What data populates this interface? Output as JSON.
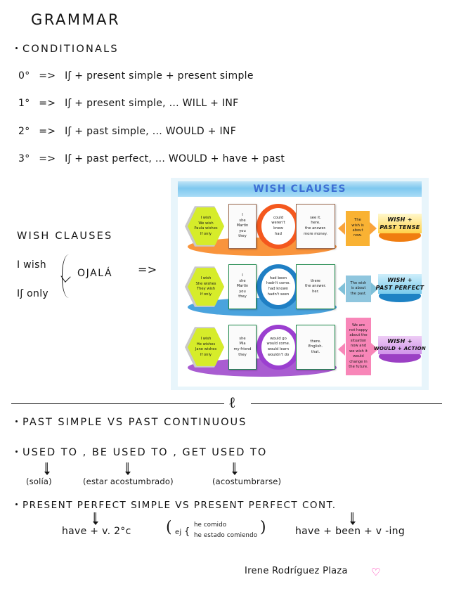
{
  "page": {
    "title": "GRAMMAR",
    "signature": "Irene Rodríguez Plaza",
    "heart_icon": "♡",
    "divider_mark": "ℓ"
  },
  "conditionals": {
    "heading": "CONDITIONALS",
    "rows": [
      {
        "num": "0°",
        "arrow": "=>",
        "formula": "Iʃ + present simple + present simple"
      },
      {
        "num": "1°",
        "arrow": "=>",
        "formula": "Iʃ + present simple, ... WILL + INF"
      },
      {
        "num": "2°",
        "arrow": "=>",
        "formula": "Iʃ + past simple, ... WOULD + INF"
      },
      {
        "num": "3°",
        "arrow": "=>",
        "formula": "Iʃ + past perfect, ... WOULD + have + past"
      }
    ]
  },
  "wish_notes": {
    "heading": "WISH CLAUSES",
    "line1": "I wish",
    "line2": "Iʃ only",
    "gloss": "OJALÁ",
    "arrow": "=>"
  },
  "wish_diagram": {
    "title": "WISH CLAUSES",
    "rows": [
      {
        "id": "past-tense",
        "subject_chip": [
          "I wish",
          "We wish",
          "Paula wishes",
          "If only"
        ],
        "subject_card": [
          "I",
          "she",
          "Martin",
          "you",
          "they"
        ],
        "verb_ring": [
          "could",
          "weren't",
          "knew",
          "had"
        ],
        "object_card": [
          "see it.",
          "here.",
          "the answer.",
          "more money."
        ],
        "callout": [
          "The",
          "wish is",
          "about",
          "now."
        ],
        "rule": [
          "WISH +",
          "PAST TENSE"
        ],
        "accent_color": "#f5821f",
        "ring_color": "#f4581e",
        "card_border": "#9b6a50",
        "callout_bg": "#f9b233",
        "pill_top": "#fff4b0",
        "pill_bottom": "#ffd24a",
        "pill_base": "#f07d10"
      },
      {
        "id": "past-perfect",
        "subject_chip": [
          "I wish",
          "She wishes",
          "They wish",
          "If only"
        ],
        "subject_card": [
          "I",
          "she",
          "Martin",
          "you",
          "they"
        ],
        "verb_ring": [
          "had been",
          "hadn't come.",
          "had known",
          "hadn't seen"
        ],
        "object_card": [
          "there",
          "the answer.",
          "her."
        ],
        "callout": [
          "The wish",
          "is about",
          "the past."
        ],
        "rule": [
          "WISH +",
          "PAST PERFECT"
        ],
        "accent_color": "#2b8fd4",
        "ring_color": "#1f7fc4",
        "card_border": "#1f8a4c",
        "callout_bg": "#8fc6de",
        "pill_top": "#bfe6f7",
        "pill_bottom": "#7fd0ee",
        "pill_base": "#1d82c4"
      },
      {
        "id": "would-action",
        "subject_chip": [
          "I wish",
          "He wishes",
          "Jane wishes",
          "If only"
        ],
        "subject_card": [
          "she",
          "Mia",
          "my friend",
          "they"
        ],
        "verb_ring": [
          "would go",
          "would come.",
          "would learn",
          "wouldn't do"
        ],
        "object_card": [
          "there.",
          "English.",
          "that."
        ],
        "callout": [
          "We are",
          "not happy",
          "about the",
          "situation",
          "now and",
          "we wish it",
          "would",
          "change in",
          "the future."
        ],
        "rule": [
          "WISH +",
          "WOULD + ACTION"
        ],
        "accent_color": "#9b4fc4",
        "ring_color": "#9b3fd0",
        "card_border": "#1f8a4c",
        "callout_bg": "#f886b8",
        "pill_top": "#e9c2f2",
        "pill_bottom": "#d38ee8",
        "pill_base": "#9b3fc4"
      }
    ]
  },
  "past_section": {
    "heading": "PAST SIMPLE  VS  PAST CONTINUOUS"
  },
  "used_to_section": {
    "heading": "USED TO , BE USED TO , GET USED TO",
    "glosses": [
      "(solía)",
      "(estar acostumbrado)",
      "(acostumbrarse)"
    ]
  },
  "present_perfect_section": {
    "heading": "PRESENT PERFECT SIMPLE   VS   PRESENT PERFECT CONT.",
    "left_formula": "have + v. 2°c",
    "right_formula": "have + been + v -ing",
    "example_label": "ej",
    "example_line1": "he comido",
    "example_line2": "he estado comiendo"
  }
}
